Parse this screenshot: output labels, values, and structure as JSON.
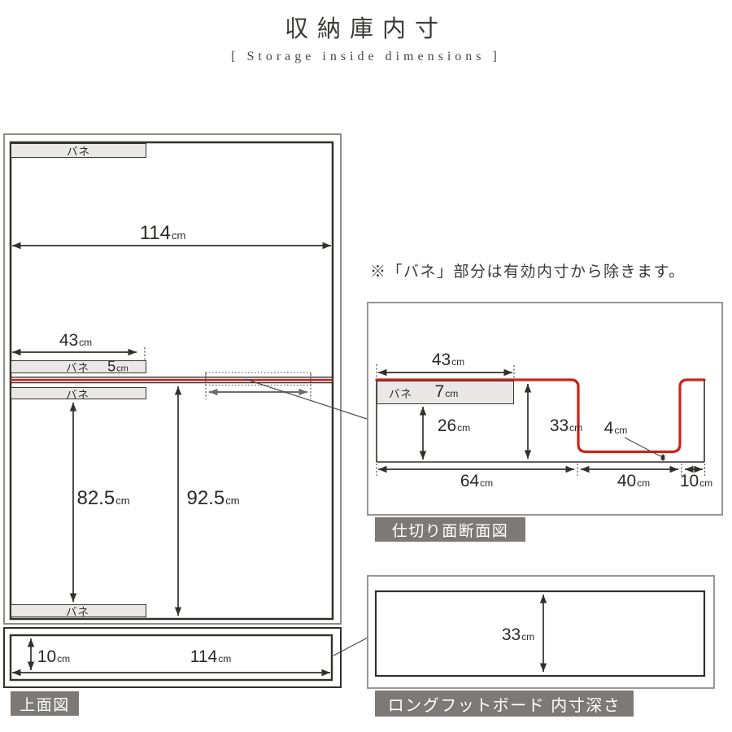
{
  "header": {
    "title": "収納庫内寸",
    "subtitle": "[ Storage inside dimensions ]"
  },
  "note": "※「バネ」部分は有効内寸から除きます。",
  "main_diagram": {
    "spring_label": "バネ",
    "width": {
      "value": "114",
      "unit": "cm"
    },
    "spring_width": {
      "value": "43",
      "unit": "cm"
    },
    "spring_thickness": {
      "value": "5",
      "unit": "cm"
    },
    "usable_length": {
      "value": "82.5",
      "unit": "cm"
    },
    "total_length": {
      "value": "92.5",
      "unit": "cm"
    }
  },
  "top_view": {
    "caption": "上面図",
    "depth": {
      "value": "10",
      "unit": "cm"
    },
    "width": {
      "value": "114",
      "unit": "cm"
    }
  },
  "cross_section": {
    "caption": "仕切り面断面図",
    "spring_label": "バネ",
    "spring_width": {
      "value": "43",
      "unit": "cm"
    },
    "spring_thickness": {
      "value": "7",
      "unit": "cm"
    },
    "under_spring_depth": {
      "value": "26",
      "unit": "cm"
    },
    "full_depth": {
      "value": "33",
      "unit": "cm"
    },
    "step_gap": {
      "value": "4",
      "unit": "cm"
    },
    "bottom_left": {
      "value": "64",
      "unit": "cm"
    },
    "bottom_middle": {
      "value": "40",
      "unit": "cm"
    },
    "bottom_right": {
      "value": "10",
      "unit": "cm"
    }
  },
  "footboard": {
    "caption": "ロングフットボード 内寸深さ",
    "depth": {
      "value": "33",
      "unit": "cm"
    }
  },
  "colors": {
    "accent_red": "#c9241a",
    "caption_bg": "#7d7976",
    "bar_fill": "#e9e8e6",
    "line_dark": "#332f2c",
    "line_gray": "#8f8b88"
  }
}
